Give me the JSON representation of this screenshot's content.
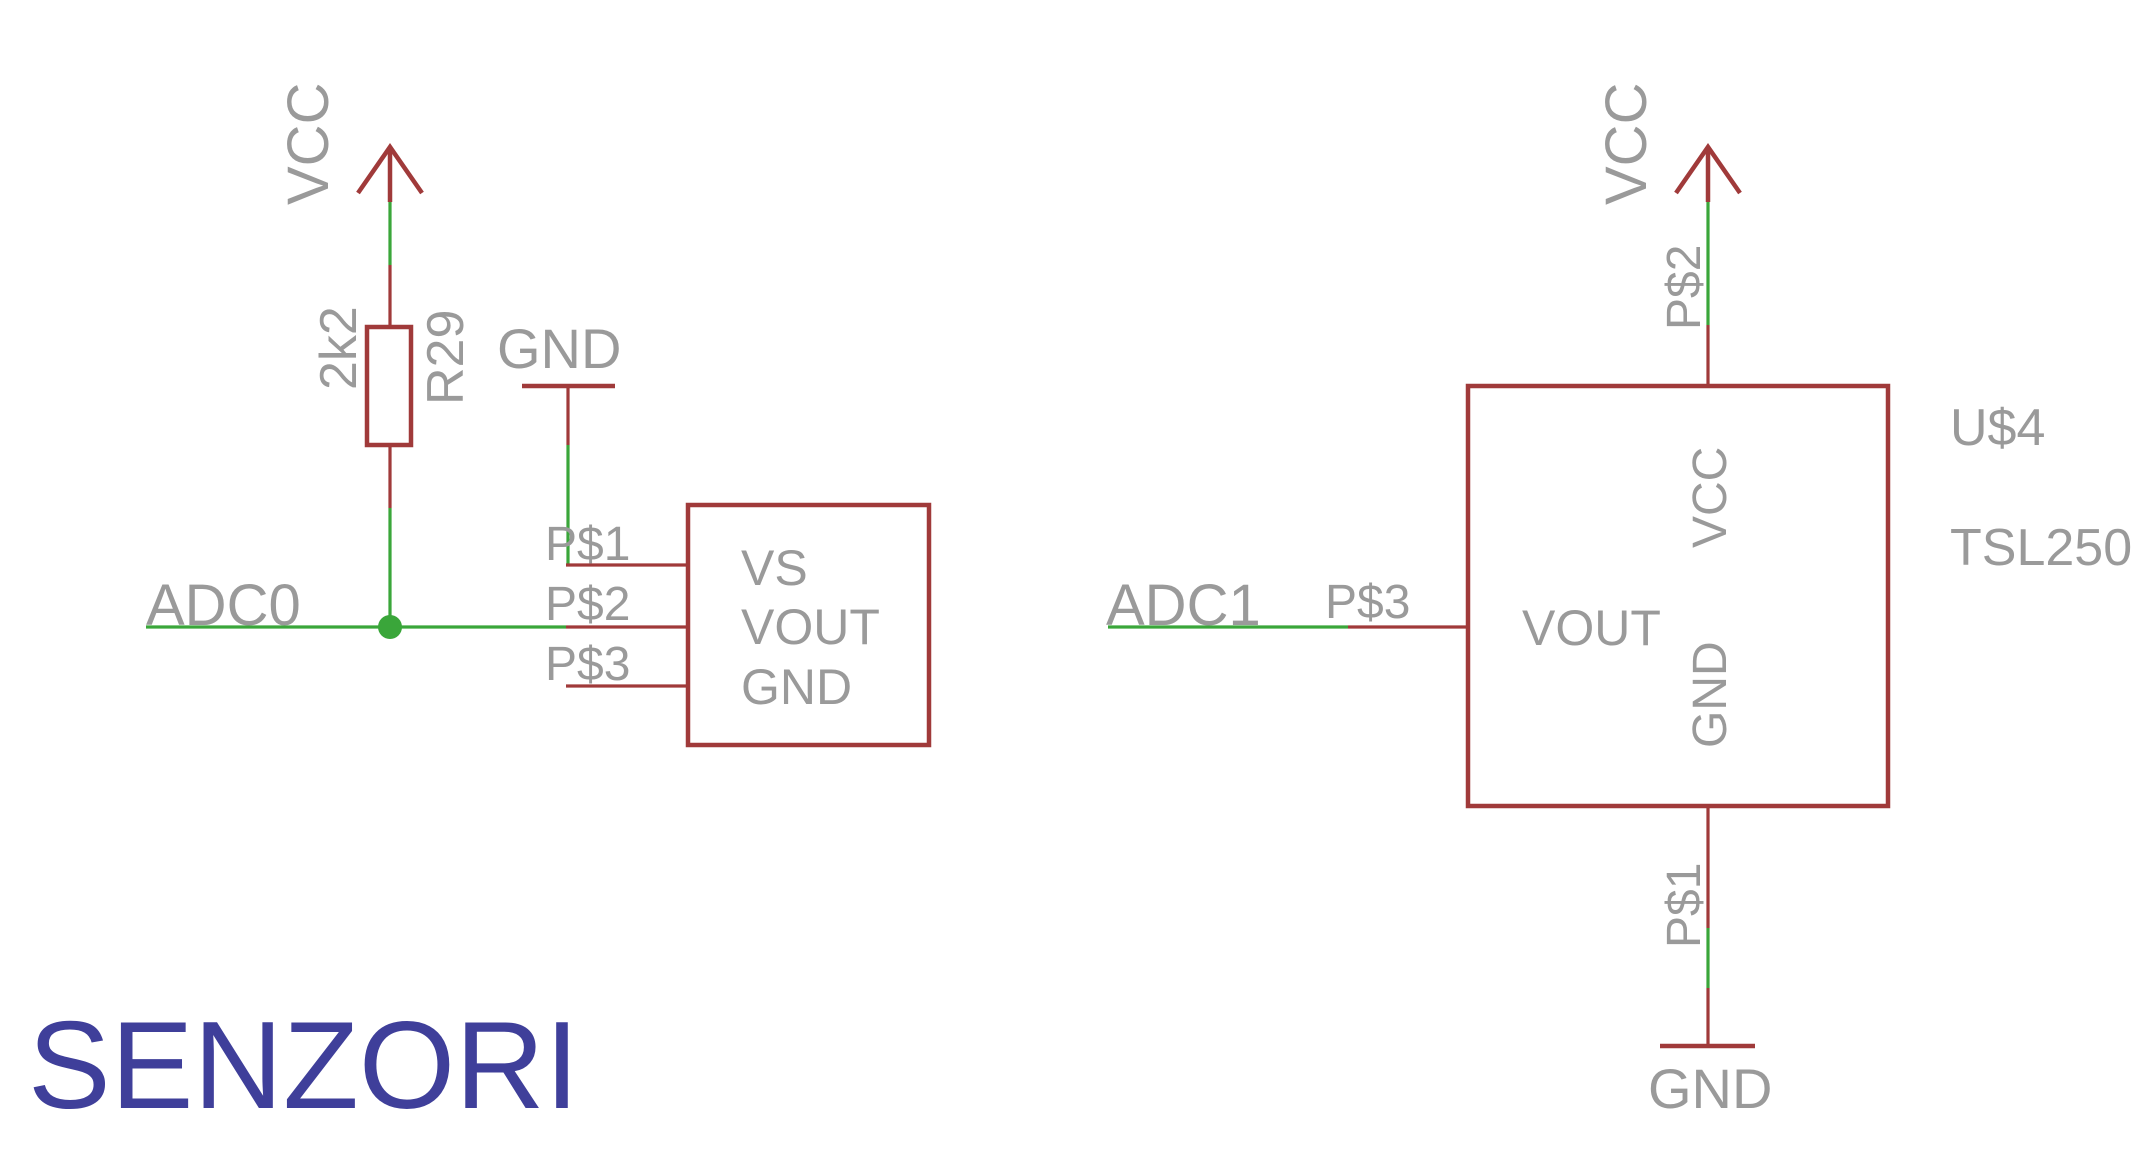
{
  "title": "SENZORI",
  "colors": {
    "wire": "#3aa63a",
    "symbol": "#a03a3a",
    "label": "#9a9a9a",
    "title": "#3f3f9a"
  },
  "left_circuit": {
    "vcc": "VCC",
    "resistor_name": "R29",
    "resistor_value": "2k2",
    "gnd": "GND",
    "net": "ADC0",
    "sensor_pins": {
      "p1": "P$1",
      "p2": "P$2",
      "p3": "P$3"
    },
    "sensor_labels": {
      "vs": "VS",
      "vout": "VOUT",
      "gnd": "GND"
    }
  },
  "right_circuit": {
    "vcc": "VCC",
    "gnd": "GND",
    "net": "ADC1",
    "pins": {
      "p1": "P$1",
      "p2": "P$2",
      "p3": "P$3"
    },
    "ic_name": "U$4",
    "ic_value": "TSL250",
    "ic_labels": {
      "vcc": "VCC",
      "vout": "VOUT",
      "gnd": "GND"
    }
  }
}
